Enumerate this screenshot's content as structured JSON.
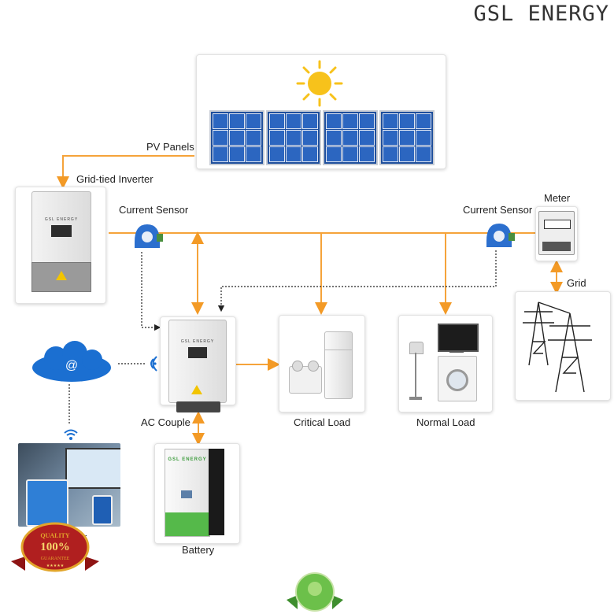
{
  "brand": "GSL ENERGY",
  "labels": {
    "pv_panels": "PV Panels",
    "grid_tied_inverter": "Grid-tied Inverter",
    "current_sensor_left": "Current Sensor",
    "current_sensor_right": "Current Sensor",
    "meter": "Meter",
    "grid": "Grid",
    "ac_couple": "AC Couple",
    "critical_load": "Critical Load",
    "normal_load": "Normal Load",
    "battery": "Battery",
    "monitor_partial": "tor"
  },
  "device_text": {
    "inverter_brand": "GSL ENERGY",
    "battery_brand": "GSL ENERGY",
    "cloud_symbol": "@"
  },
  "badge": {
    "line1": "QUALITY",
    "line2": "100%",
    "line3": "GUARANTEE"
  },
  "colors": {
    "line_orange": "#f5a33a",
    "arrow_orange": "#f39a26",
    "cloud_blue": "#1b6fd1",
    "panel_blue": "#1f4f9c",
    "sun_yellow": "#f7c21b",
    "battery_green": "#55b94a",
    "sensor_blue": "#2c6fce",
    "badge_red": "#b01f1f",
    "badge_gold": "#e2a52b"
  }
}
